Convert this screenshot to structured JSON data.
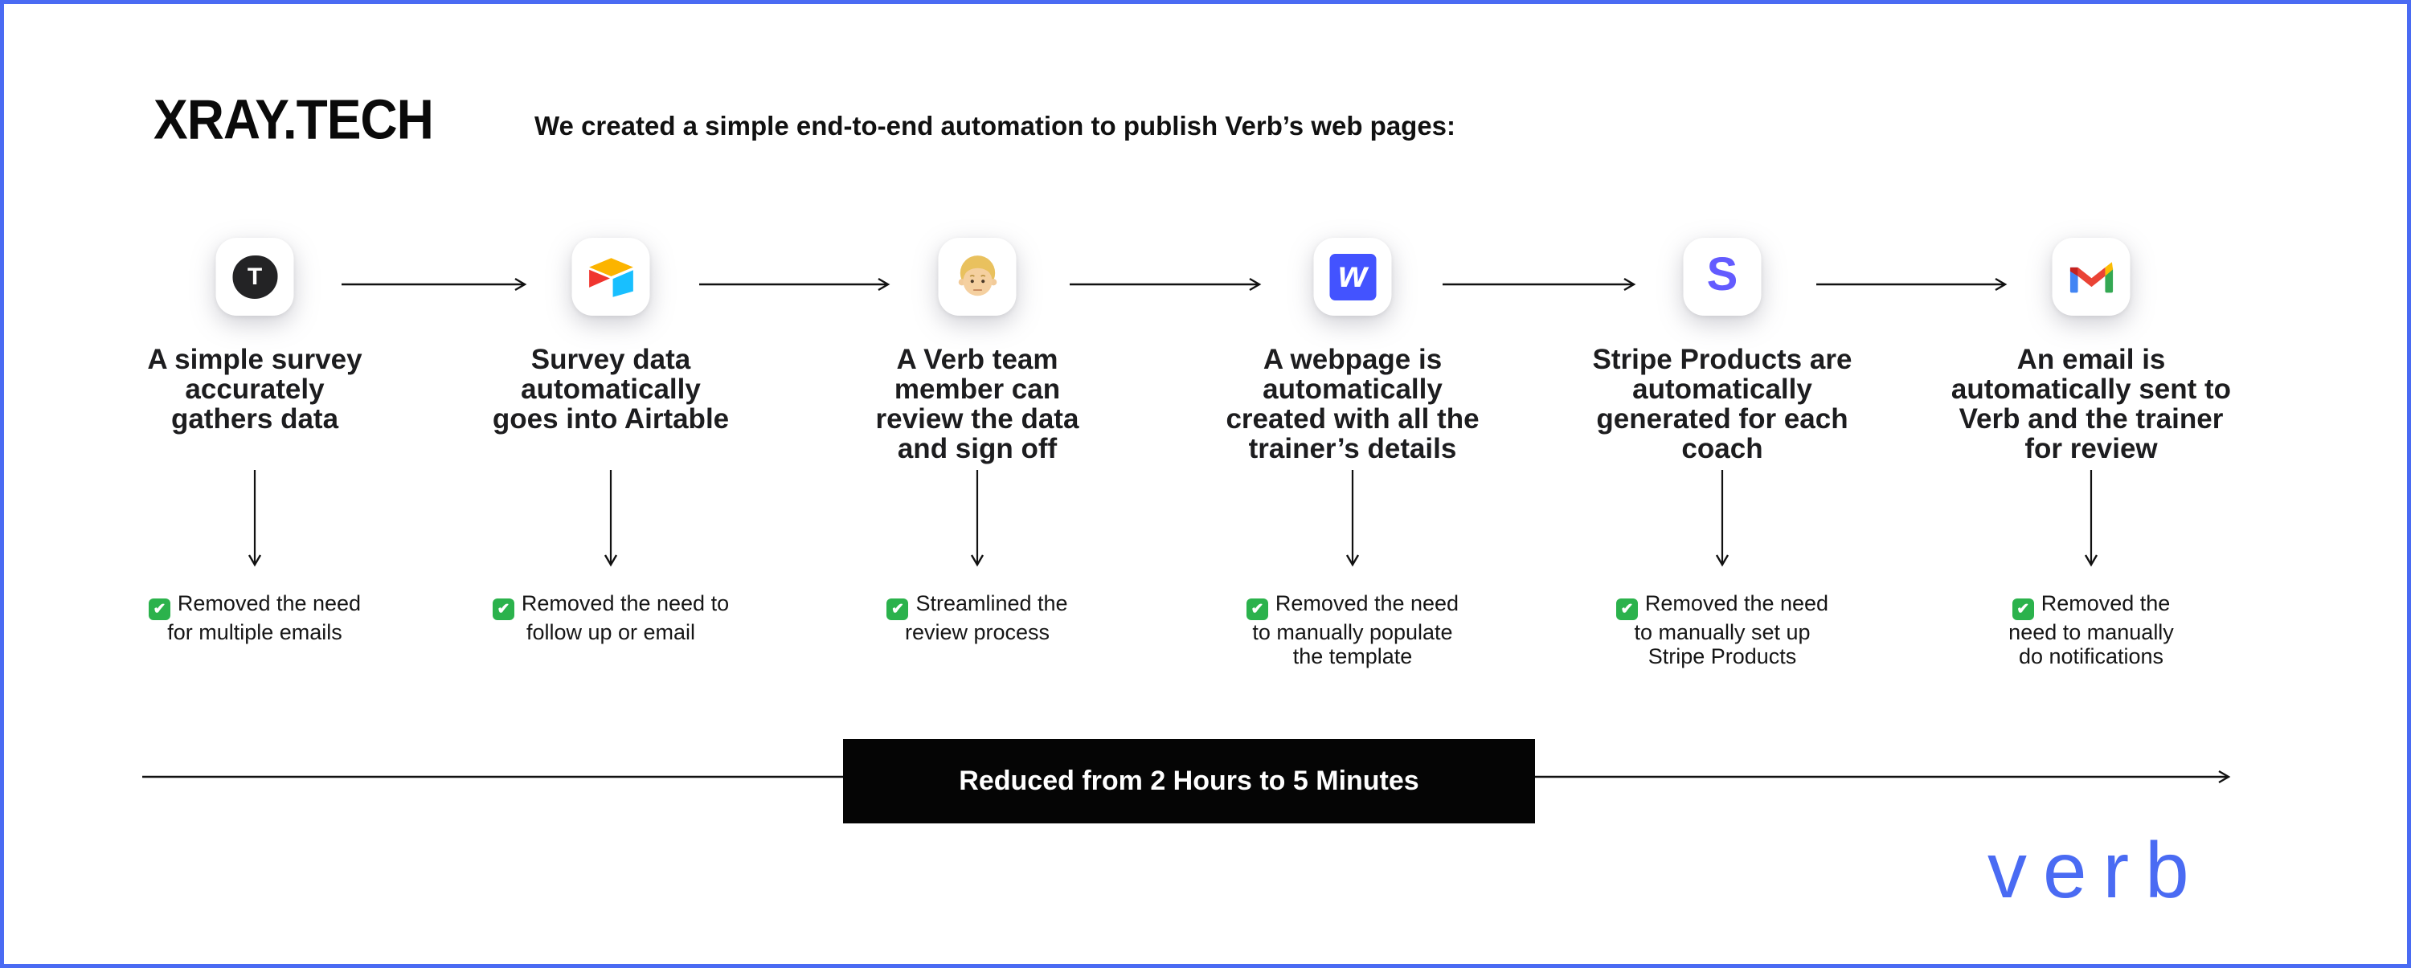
{
  "brand": {
    "logo": "XRAY.TECH",
    "client_logo": "verb"
  },
  "header": {
    "title": "We created a simple end-to-end automation to publish Verb’s web pages:"
  },
  "check_glyph": "✔",
  "colors": {
    "border_blue": "#4a6bf3",
    "verb_blue": "#4a6bf3",
    "banner_black": "#050505",
    "check_green": "#2bb24c",
    "webflow_blue": "#4353ff",
    "stripe_purple": "#635bff",
    "airtable_yellow": "#fcb400",
    "airtable_red": "#f0352f",
    "airtable_blue": "#18bfff",
    "gmail_red": "#ea4335",
    "gmail_blue": "#4285f4",
    "gmail_green": "#34a853",
    "gmail_yellow": "#fbbc04"
  },
  "steps": [
    {
      "app": "Typeform",
      "icon_letter": "T",
      "title": "A simple survey\naccurately\ngathers data",
      "benefit": "Removed the need\nfor multiple emails"
    },
    {
      "app": "Airtable",
      "title": "Survey data\nautomatically\ngoes into Airtable",
      "benefit": "Removed the need to\nfollow up or email"
    },
    {
      "app": "Person",
      "title": "A Verb team\nmember can\nreview the data\nand sign off",
      "benefit": "Streamlined the\nreview process"
    },
    {
      "app": "Webflow",
      "icon_letter": "w",
      "title": "A webpage is\nautomatically\ncreated with all the\ntrainer’s details",
      "benefit": "Removed the need\nto manually populate\nthe template"
    },
    {
      "app": "Stripe",
      "icon_letter": "S",
      "title": "Stripe Products are\nautomatically\ngenerated for each\ncoach",
      "benefit": "Removed the need\nto manually set up\nStripe Products"
    },
    {
      "app": "Gmail",
      "title": "An email is\nautomatically sent to\nVerb and the trainer\nfor review",
      "benefit": "Removed the\nneed to manually\ndo notifications"
    }
  ],
  "banner": {
    "label": "Reduced from 2 Hours to 5 Minutes"
  }
}
